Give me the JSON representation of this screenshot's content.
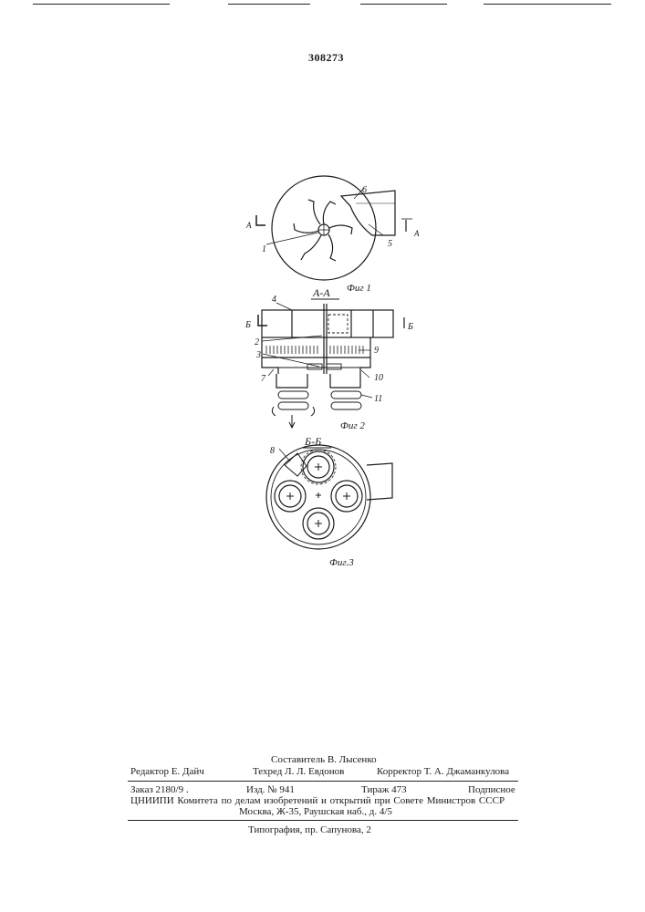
{
  "patent_number": "308273",
  "figures": {
    "fig1": {
      "caption": "Фиг 1",
      "section_left": "A",
      "section_right": "A",
      "labels": [
        "1",
        "5",
        "6"
      ]
    },
    "fig2": {
      "title": "A-A",
      "caption": "Фиг 2",
      "section_left": "Б",
      "section_right": "Б",
      "labels": [
        "2",
        "3",
        "4",
        "7",
        "9",
        "10",
        "11"
      ]
    },
    "fig3": {
      "title": "Б-Б",
      "caption": "Фиг.3",
      "labels": [
        "8"
      ]
    }
  },
  "imprint": {
    "compiler": "Составитель В. Лысенко",
    "editor": "Редактор Е. Дайч",
    "tech_editor": "Техред Л. Л. Евдонов",
    "corrector": "Корректор Т. А. Джаманкулова",
    "order": "Заказ 2180/9 .",
    "edition": "Изд. № 941",
    "print_run": "Тираж 473",
    "subscription": "Подписное",
    "publisher_line": "ЦНИИПИ Комитета по делам изобретений и открытий при Совете Министров СССР",
    "address": "Москва, Ж-35, Раушская наб., д. 4/5",
    "printing_house": "Типография, пр. Сапунова, 2"
  }
}
